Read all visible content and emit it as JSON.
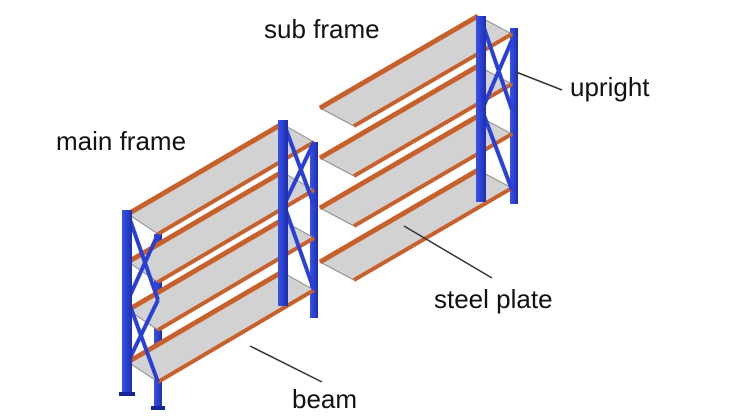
{
  "labels": {
    "sub_frame": "sub frame",
    "upright": "upright",
    "main_frame": "main frame",
    "steel_plate": "steel plate",
    "beam": "beam"
  },
  "colors": {
    "upright": "#2a3fd6",
    "upright_dark": "#16249a",
    "beam": "#c8602c",
    "beam_dark": "#8e3e18",
    "plate": "#d2d2d2",
    "plate_edge": "#8c8c8c"
  }
}
